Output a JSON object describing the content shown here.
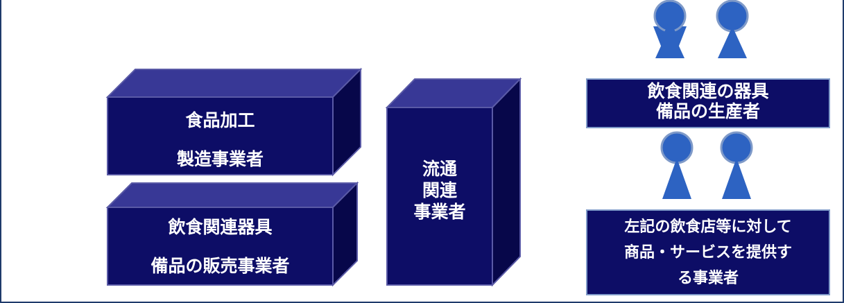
{
  "boxes": {
    "food_processing": {
      "line1": "食品加工",
      "line2": "製造事業者"
    },
    "equipment_sales": {
      "line1": "飲食関連器具",
      "line2": "備品の販売事業者"
    },
    "distribution": {
      "line1": "流通",
      "line2": "関連",
      "line3": "事業者"
    }
  },
  "panels": {
    "equipment_producers": {
      "line1": "飲食関連の器具",
      "line2": "備品の生産者"
    },
    "service_providers": {
      "line1": "左記の飲食店等に対して",
      "line2": "商品・サービスを提供す",
      "line3": "る事業者"
    }
  },
  "colors": {
    "box_front": "#0d0d66",
    "box_top": "#383896",
    "box_side": "#07074a",
    "panel": "#0d0d66",
    "person": "#2d63c2",
    "outline": "#7f9ac8"
  }
}
